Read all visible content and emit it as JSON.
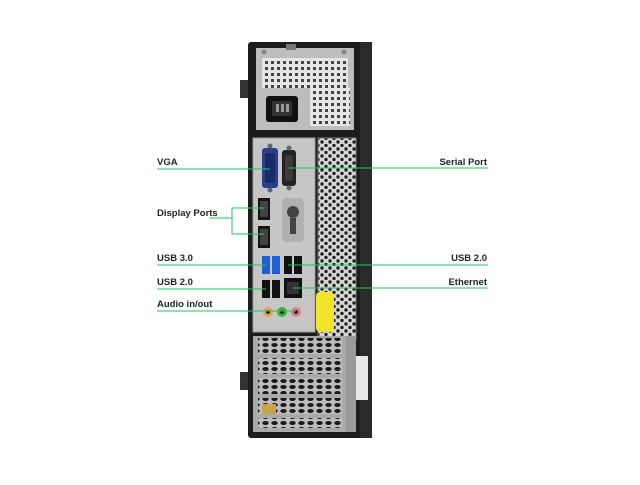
{
  "labels": {
    "vga": "VGA",
    "serial_port": "Serial Port",
    "display_ports": "Display Ports",
    "usb30": "USB 3.0",
    "usb20_right": "USB 2.0",
    "usb20_left": "USB 2.0",
    "ethernet": "Ethernet",
    "audio": "Audio in/out"
  },
  "colors": {
    "leader_line": "#22c55e",
    "case_black": "#1d1d1d",
    "chassis_gray": "#c8c8c8",
    "usb3_blue": "#1f5fd6",
    "yellow_latch": "#f2e22a",
    "audio_green": "#3fae49",
    "audio_pink": "#e07c9a",
    "audio_orange": "#e8a24d"
  }
}
